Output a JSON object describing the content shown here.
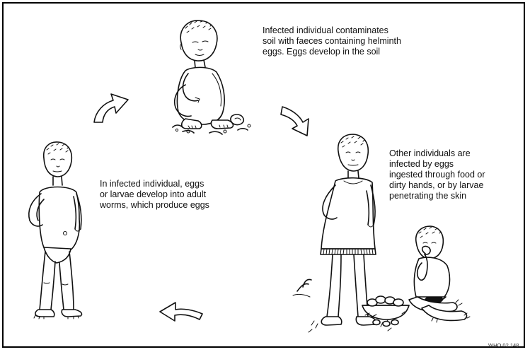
{
  "diagram": {
    "captions": {
      "top": "Infected individual contaminates\nsoil with faeces containing helminth\neggs. Eggs develop in the soil",
      "right": "Other individuals are\ninfected by eggs\ningested through food or\ndirty hands, or by larvae\npenetrating the skin",
      "left": "In infected individual, eggs\nor larvae develop into adult\nworms, which produce eggs"
    },
    "credit": "WHO 02.148"
  }
}
